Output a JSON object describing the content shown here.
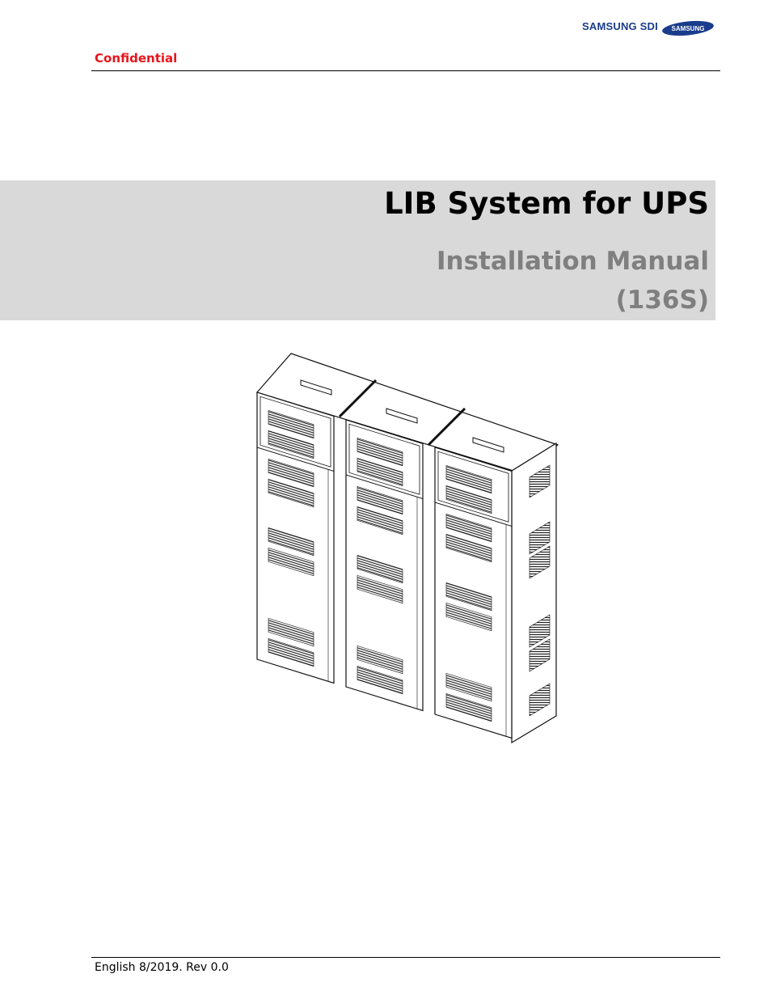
{
  "header": {
    "brand_sdi": "SAMSUNG SDI",
    "brand_logo": "SAMSUNG",
    "confidential": "Confidential"
  },
  "cover": {
    "title": "LIB System for UPS",
    "subtitle_line1": "Installation Manual",
    "subtitle_line2": "(136S)"
  },
  "figure": {
    "description_icon": "battery-cabinet-drawing"
  },
  "footer": {
    "edition": "English 8/2019. Rev 0.0"
  },
  "colors": {
    "confidential": "#e8141b",
    "band": "#d9d9d9",
    "subtitle": "#7f7f7f",
    "brand": "#1a3c8c"
  }
}
